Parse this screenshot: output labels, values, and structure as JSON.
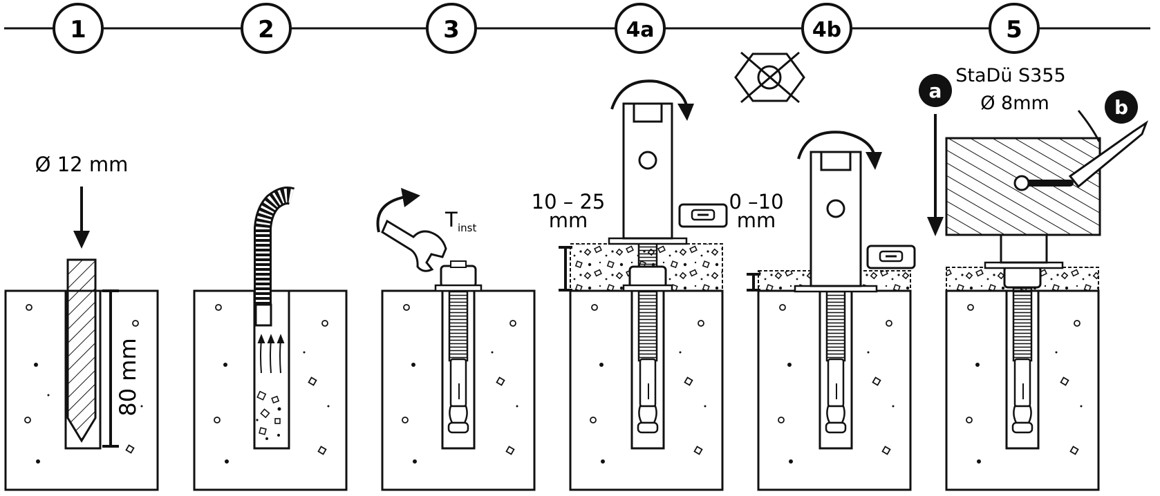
{
  "steps": [
    "1",
    "2",
    "3",
    "4a",
    "4b",
    "5"
  ],
  "labels": {
    "drill_diameter": "Ø 12 mm",
    "drill_depth": "80 mm",
    "torque_main": "T",
    "torque_sub": "inst",
    "gap_4a_line1": "10 – 25",
    "gap_4a_line2": "mm",
    "gap_4b_line1": "0 –10",
    "gap_4b_line2": "mm",
    "pin_spec_line1": "StaDü S355",
    "pin_spec_line2": "Ø 8mm",
    "badge_a": "a",
    "badge_b": "b"
  }
}
